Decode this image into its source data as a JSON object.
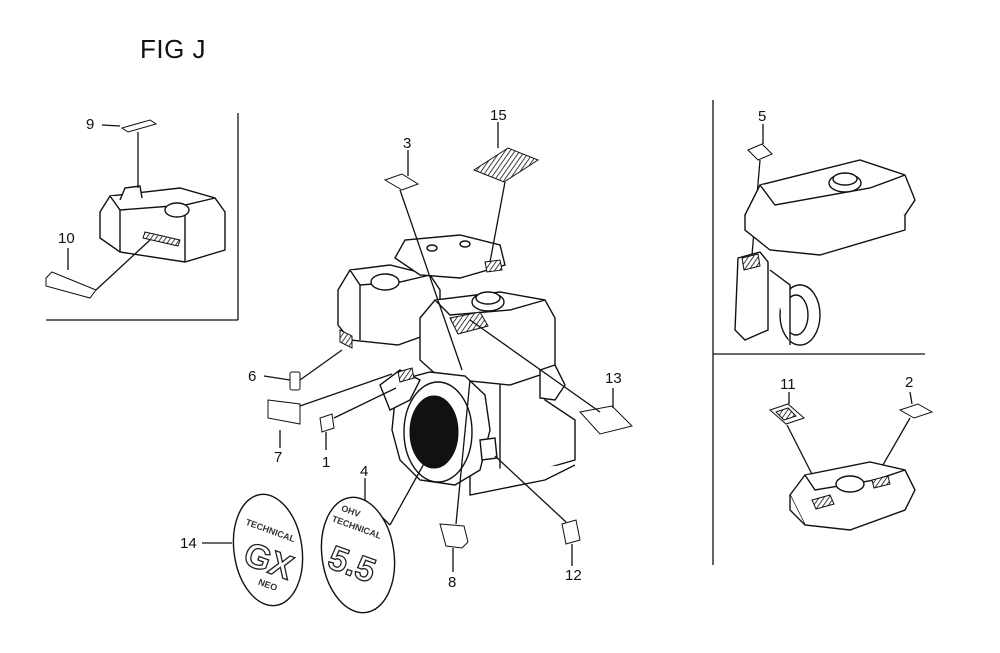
{
  "title": "FIG J",
  "callouts": [
    {
      "id": "c1",
      "label": "1"
    },
    {
      "id": "c2",
      "label": "2"
    },
    {
      "id": "c3",
      "label": "3"
    },
    {
      "id": "c4",
      "label": "4"
    },
    {
      "id": "c5",
      "label": "5"
    },
    {
      "id": "c6",
      "label": "6"
    },
    {
      "id": "c7",
      "label": "7"
    },
    {
      "id": "c8",
      "label": "8"
    },
    {
      "id": "c9",
      "label": "9"
    },
    {
      "id": "c10",
      "label": "10"
    },
    {
      "id": "c11",
      "label": "11"
    },
    {
      "id": "c12",
      "label": "12"
    },
    {
      "id": "c13",
      "label": "13"
    },
    {
      "id": "c14",
      "label": "14"
    },
    {
      "id": "c15",
      "label": "15"
    }
  ],
  "emblems": {
    "left": {
      "top": "TECHNICAL",
      "main": "GX",
      "bottom": "NEO"
    },
    "right": {
      "top": "OHV",
      "mid": "TECHNICAL",
      "main": "5.5"
    }
  }
}
